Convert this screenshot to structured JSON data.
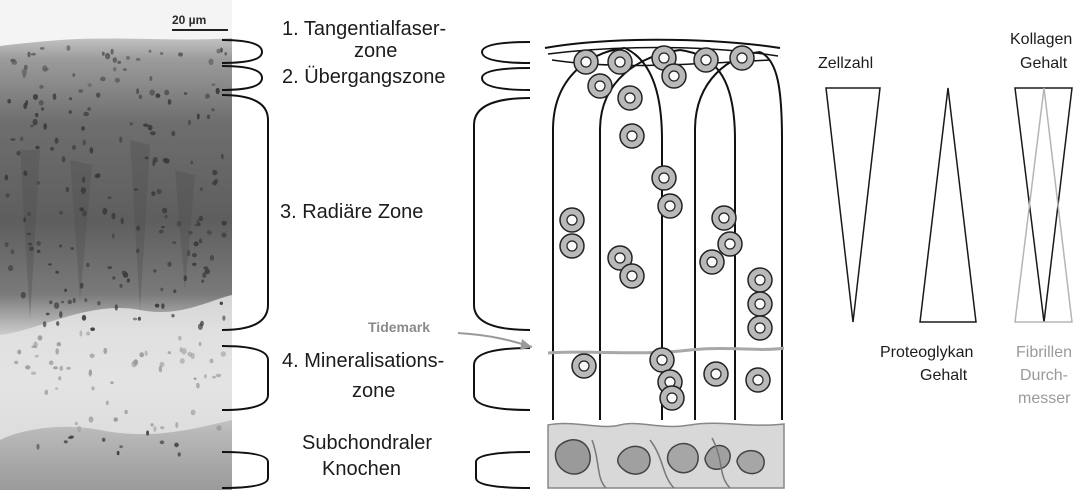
{
  "micrograph": {
    "scale_label": "20 µm"
  },
  "zones": {
    "z1_line1": "1. Tangentialfaser-",
    "z1_line2": "zone",
    "z2": "2. Übergangszone",
    "z3": "3. Radiäre Zone",
    "tidemark": "Tidemark",
    "z4_line1": "4. Mineralisations-",
    "z4_line2": "zone",
    "z5_line1": "Subchondraler",
    "z5_line2": "Knochen"
  },
  "gradients": {
    "cell_count": "Zellzahl",
    "proteoglycan_line1": "Proteoglykan",
    "proteoglycan_line2": "Gehalt",
    "collagen_line1": "Kollagen",
    "collagen_line2": "Gehalt",
    "fibril_line1": "Fibrillen",
    "fibril_line2": "Durch-",
    "fibril_line3": "messer"
  },
  "colors": {
    "tidemark_line": "#a8a8a8",
    "cell_fill": "#b9b9b9",
    "fibril_stroke": "#b5b5b5"
  }
}
